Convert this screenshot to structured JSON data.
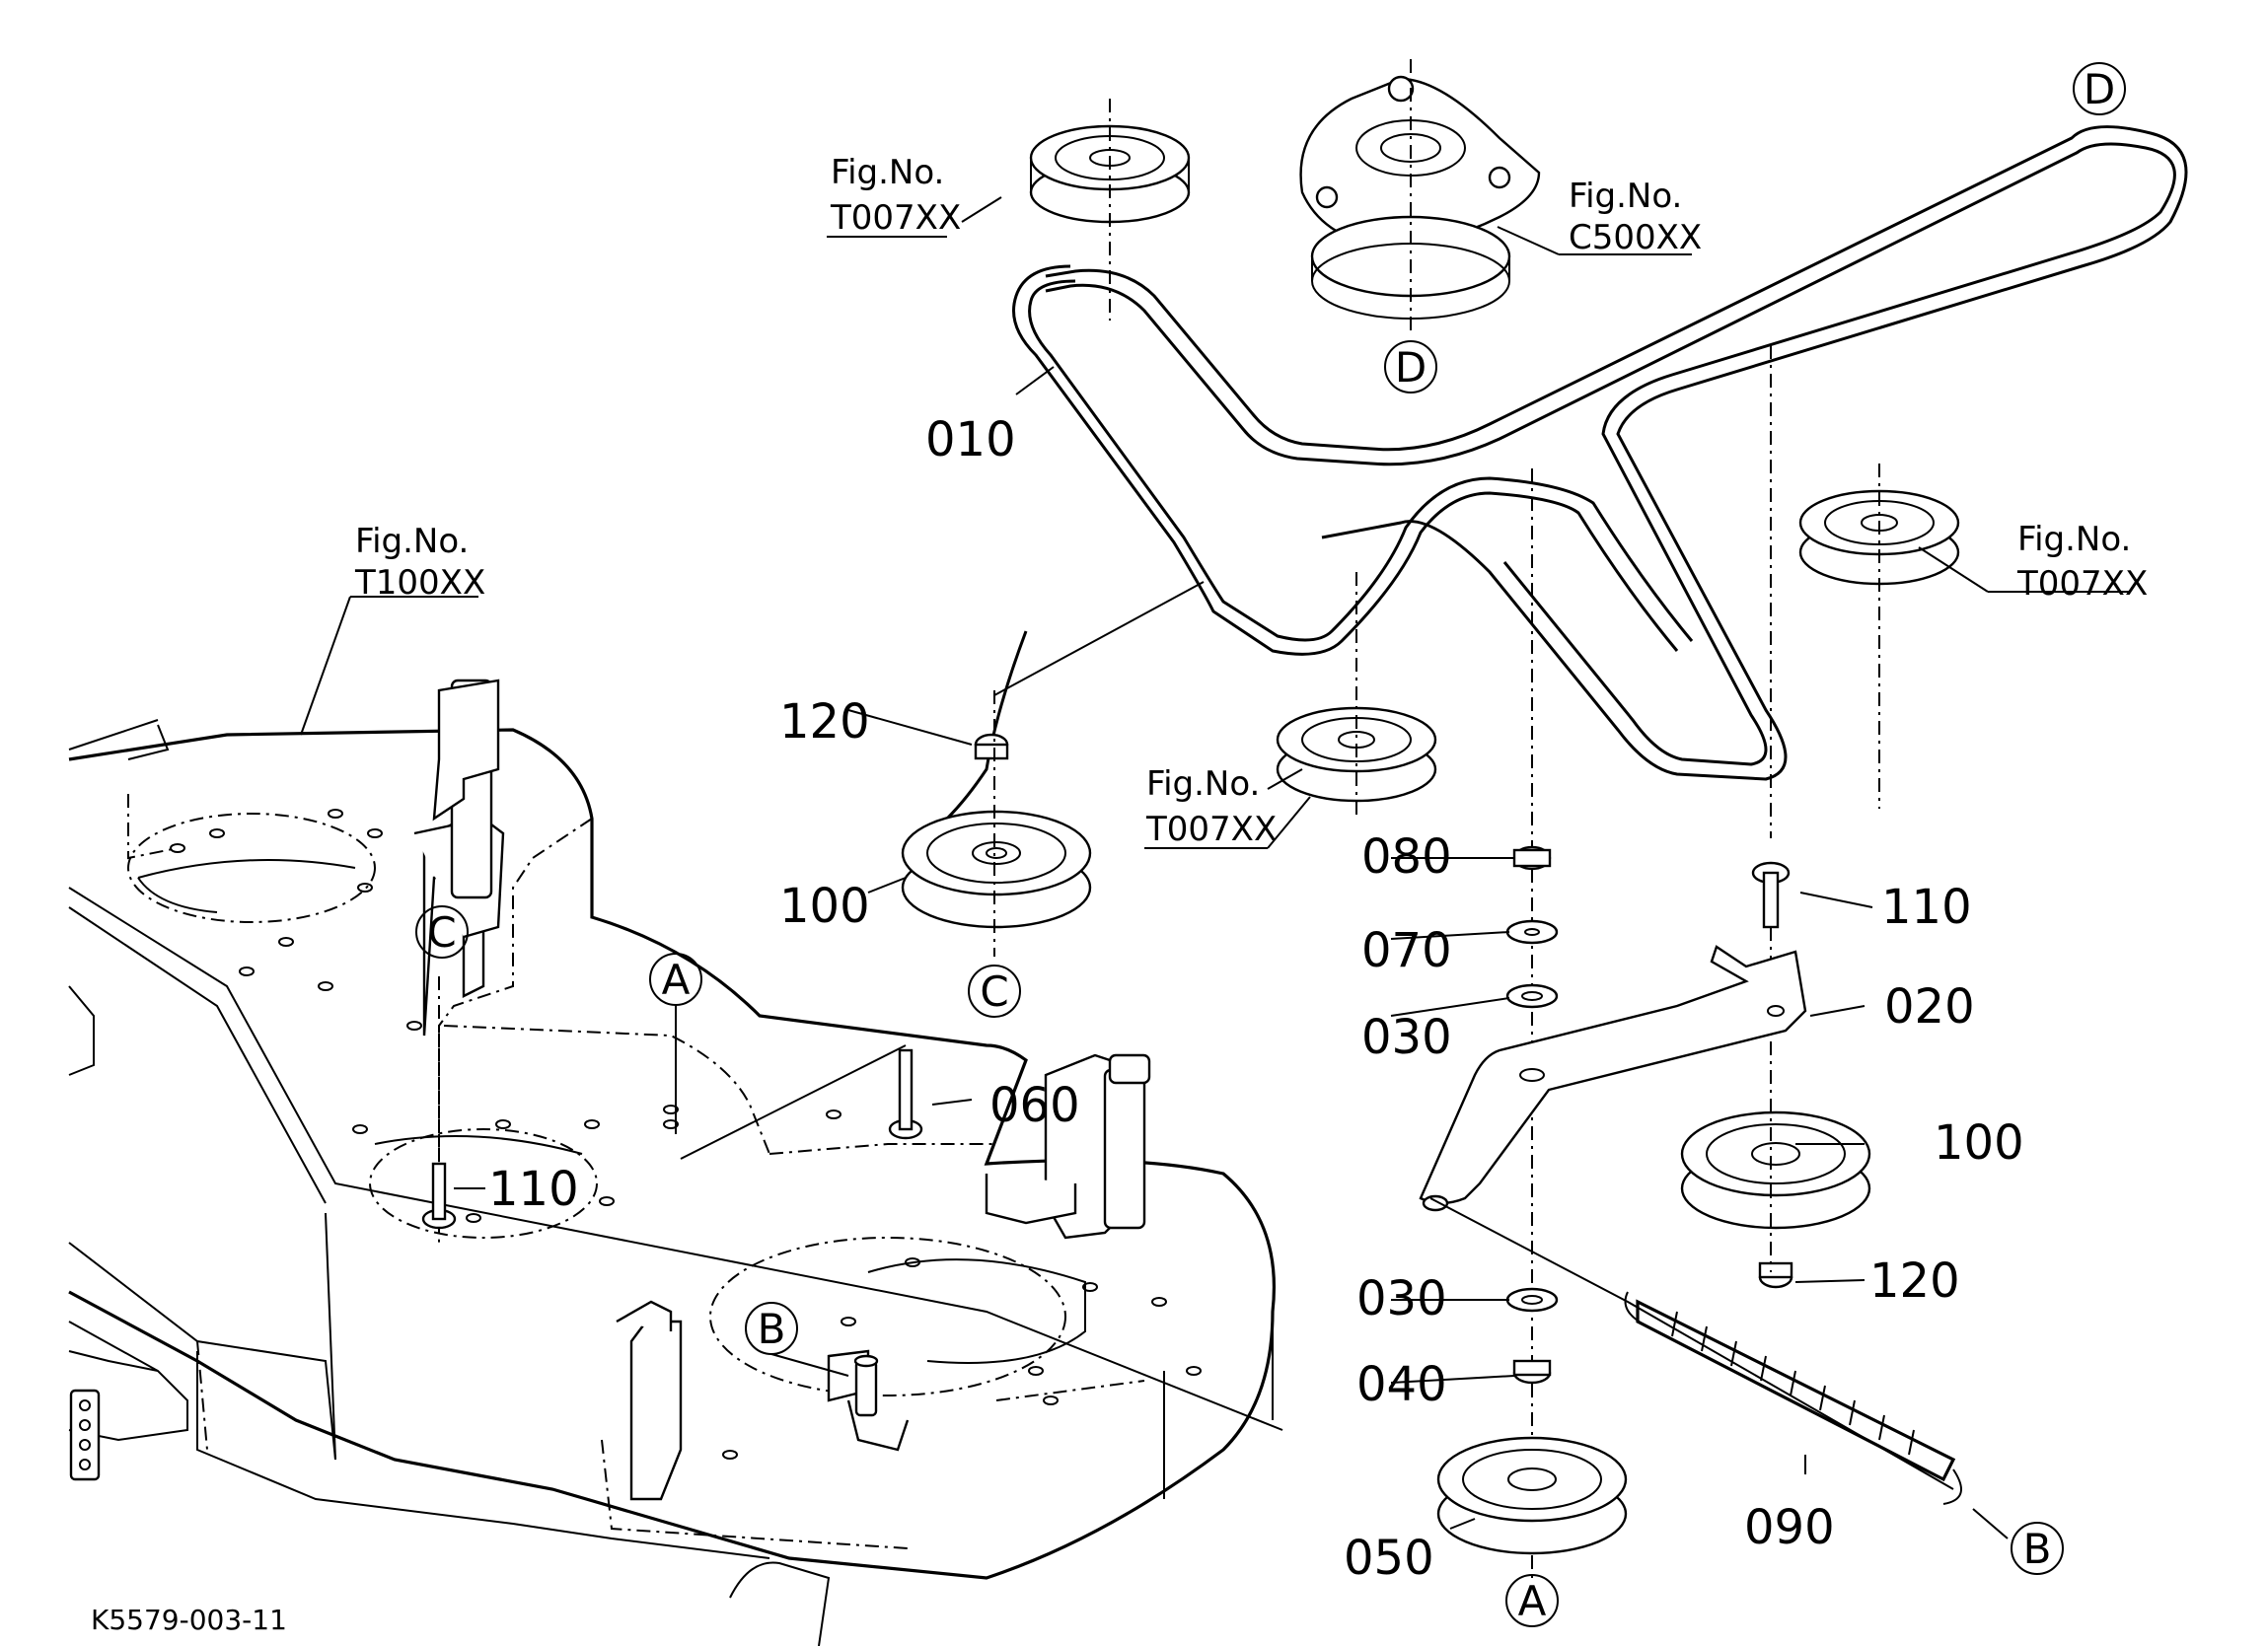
{
  "drawing_code": "K5579-003-11",
  "part_labels": {
    "p010": "010",
    "p020": "020",
    "p030a": "030",
    "p030b": "030",
    "p040": "040",
    "p050": "050",
    "p060": "060",
    "p070": "070",
    "p080": "080",
    "p090": "090",
    "p100a": "100",
    "p100b": "100",
    "p110a": "110",
    "p110b": "110",
    "p120a": "120",
    "p120b": "120"
  },
  "figure_refs": {
    "t007_top": {
      "line1": "Fig.No.",
      "line2": "T007XX"
    },
    "c500": {
      "line1": "Fig.No.",
      "line2": "C500XX"
    },
    "t007_right": {
      "line1": "Fig.No.",
      "line2": "T007XX"
    },
    "t007_mid": {
      "line1": "Fig.No.",
      "line2": "T007XX"
    },
    "t100": {
      "line1": "Fig.No.",
      "line2": "T100XX"
    }
  },
  "reference_markers": {
    "a_top": "A",
    "a_bottom": "A",
    "b_left": "B",
    "b_right": "B",
    "c_left": "C",
    "c_pulley": "C",
    "d_top": "D",
    "d_clutch": "D"
  }
}
